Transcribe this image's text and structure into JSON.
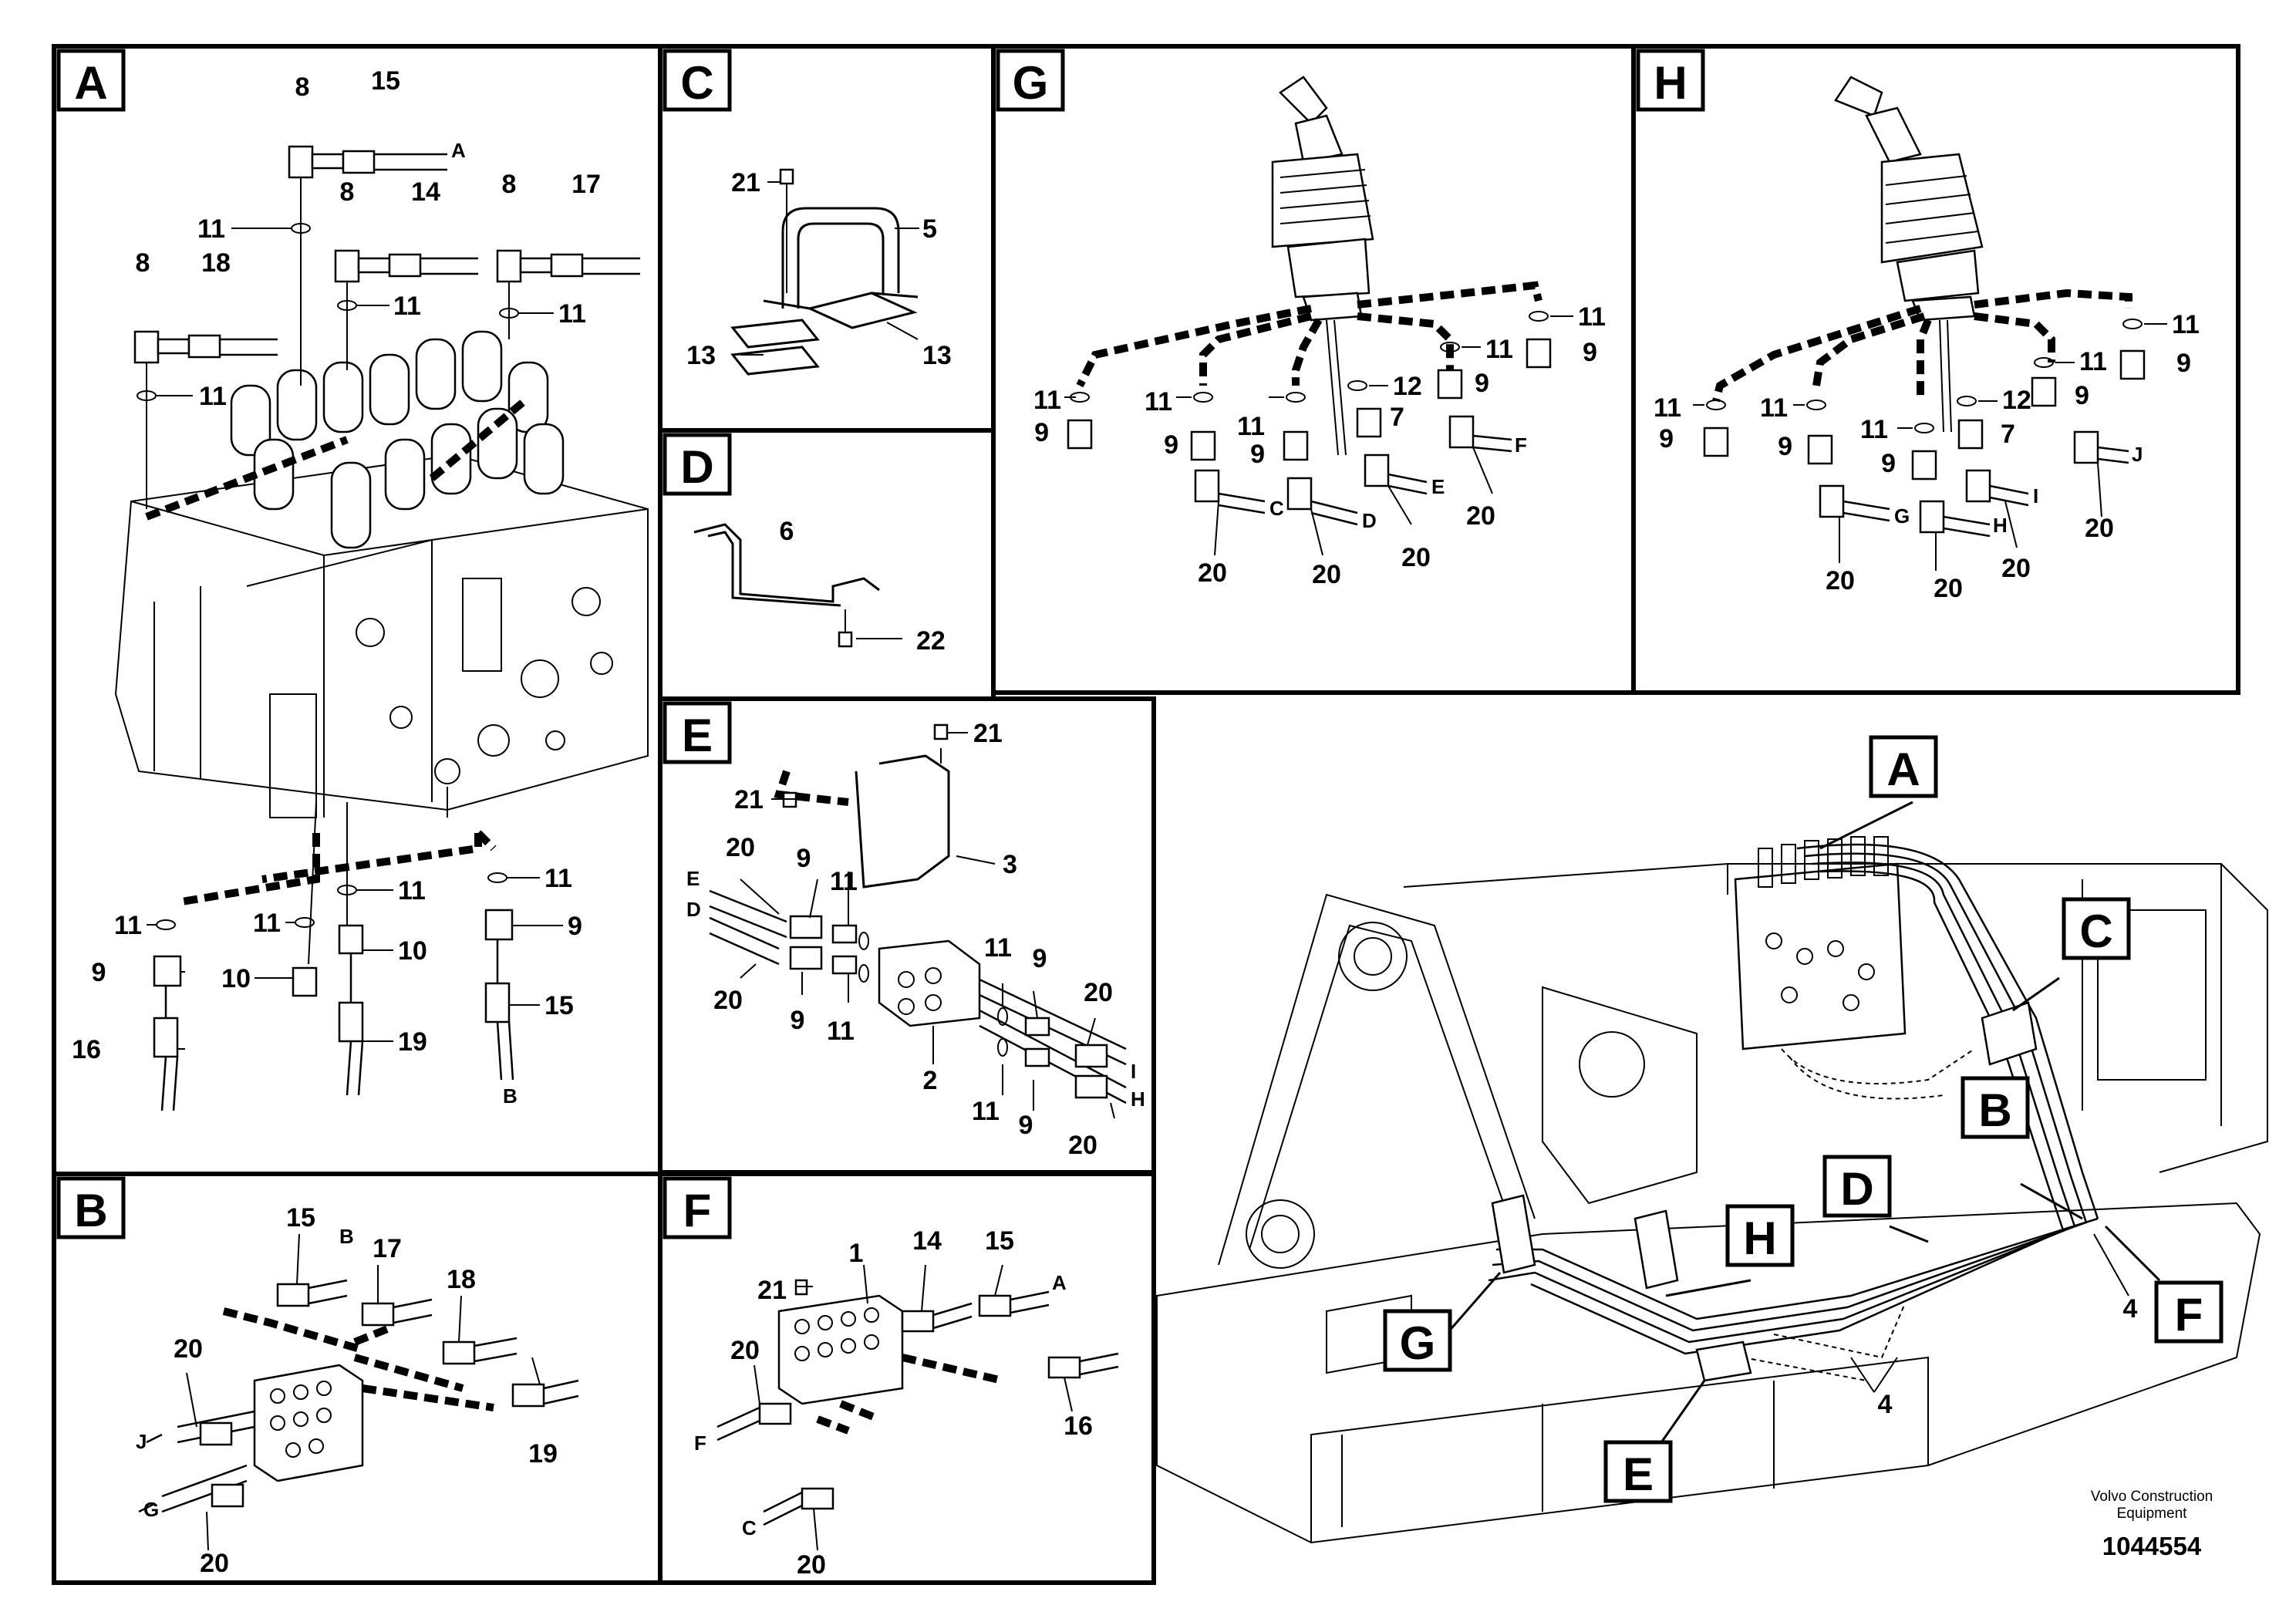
{
  "panels": {
    "A": {
      "tag": "A",
      "labels": {
        "l8a": "8",
        "l15a": "15",
        "lA": "A",
        "l11a": "11",
        "l8b": "8",
        "l14": "14",
        "l8c": "8",
        "l17": "17",
        "l8d": "8",
        "l18": "18",
        "l11b": "11",
        "l11c": "11",
        "l11d": "11",
        "l11e": "11",
        "l11f": "11",
        "l11g": "11",
        "l11h": "11",
        "l9a": "9",
        "l10a": "10",
        "l10b": "10",
        "l9b": "9",
        "l15b": "15",
        "l16": "16",
        "l19": "19",
        "lB": "B"
      }
    },
    "B": {
      "tag": "B",
      "labels": {
        "l15": "15",
        "lB": "B",
        "l17": "17",
        "l18": "18",
        "l20a": "20",
        "lJ": "J",
        "l19": "19",
        "lG": "G",
        "l20b": "20"
      }
    },
    "C": {
      "tag": "C",
      "labels": {
        "l21": "21",
        "l5": "5",
        "l13a": "13",
        "l13b": "13"
      }
    },
    "D": {
      "tag": "D",
      "labels": {
        "l6": "6",
        "l22": "22"
      }
    },
    "E": {
      "tag": "E",
      "labels": {
        "l21a": "21",
        "l21b": "21",
        "l3": "3",
        "l20a": "20",
        "lE": "E",
        "lD": "D",
        "l9a": "9",
        "l11a": "11",
        "l20b": "20",
        "l9b": "9",
        "l11b": "11",
        "l11c": "11",
        "l9c": "9",
        "l20c": "20",
        "lI": "I",
        "lH": "H",
        "l2": "2",
        "l11d": "11",
        "l9d": "9",
        "l20d": "20"
      }
    },
    "F": {
      "tag": "F",
      "labels": {
        "l1": "1",
        "l14": "14",
        "l15": "15",
        "lA": "A",
        "l21": "21",
        "l20a": "20",
        "lF": "F",
        "l16": "16",
        "lC": "C",
        "l20b": "20"
      }
    },
    "G": {
      "tag": "G",
      "labels": {
        "l11a": "11",
        "l9a": "9",
        "l11b": "11",
        "l9b": "9",
        "l11c": "11",
        "l9c": "9",
        "l12": "12",
        "l7": "7",
        "l11d": "11",
        "l9d": "9",
        "l11e": "11",
        "l9e": "9",
        "lC": "C",
        "lD": "D",
        "lE": "E",
        "lF": "F",
        "l20a": "20",
        "l20b": "20",
        "l20c": "20",
        "l20d": "20"
      }
    },
    "H": {
      "tag": "H",
      "labels": {
        "l11a": "11",
        "l9a": "9",
        "l11b": "11",
        "l9b": "9",
        "l11c": "11",
        "l9c": "9",
        "l12": "12",
        "l7": "7",
        "l11d": "11",
        "l9d": "9",
        "l11e": "11",
        "l9e": "9",
        "lG": "G",
        "lH": "H",
        "lI": "I",
        "lJ": "J",
        "l20a": "20",
        "l20b": "20",
        "l20c": "20",
        "l20d": "20"
      }
    }
  },
  "overview": {
    "callouts": {
      "A": "A",
      "B": "B",
      "C": "C",
      "D": "D",
      "E": "E",
      "F": "F",
      "G": "G",
      "H": "H"
    },
    "part4a": "4",
    "part4b": "4"
  },
  "footer": {
    "company_line1": "Volvo Construction",
    "company_line2": "Equipment",
    "doc_number": "1044554"
  }
}
